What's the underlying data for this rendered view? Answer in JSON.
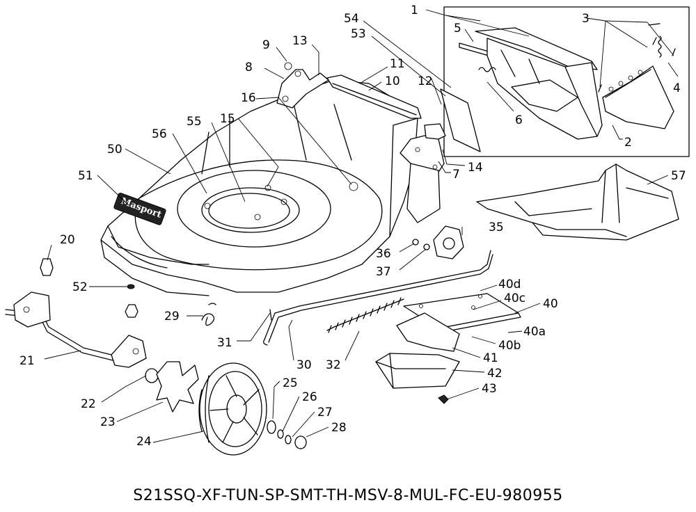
{
  "model_code": "S21SSQ-XF-TUN-SP-SMT-TH-MSV-8-MUL-FC-EU-980955",
  "brand_logo": "Masport",
  "callouts": [
    {
      "id": "c1",
      "label": "1"
    },
    {
      "id": "c2",
      "label": "2"
    },
    {
      "id": "c3",
      "label": "3"
    },
    {
      "id": "c4",
      "label": "4"
    },
    {
      "id": "c5",
      "label": "5"
    },
    {
      "id": "c6",
      "label": "6"
    },
    {
      "id": "c7",
      "label": "7"
    },
    {
      "id": "c8",
      "label": "8"
    },
    {
      "id": "c9",
      "label": "9"
    },
    {
      "id": "c10",
      "label": "10"
    },
    {
      "id": "c11",
      "label": "11"
    },
    {
      "id": "c12",
      "label": "12"
    },
    {
      "id": "c13",
      "label": "13"
    },
    {
      "id": "c14",
      "label": "14"
    },
    {
      "id": "c15",
      "label": "15"
    },
    {
      "id": "c16",
      "label": "16"
    },
    {
      "id": "c20",
      "label": "20"
    },
    {
      "id": "c21",
      "label": "21"
    },
    {
      "id": "c22",
      "label": "22"
    },
    {
      "id": "c23",
      "label": "23"
    },
    {
      "id": "c24",
      "label": "24"
    },
    {
      "id": "c25",
      "label": "25"
    },
    {
      "id": "c26",
      "label": "26"
    },
    {
      "id": "c27",
      "label": "27"
    },
    {
      "id": "c28",
      "label": "28"
    },
    {
      "id": "c29",
      "label": "29"
    },
    {
      "id": "c30",
      "label": "30"
    },
    {
      "id": "c31",
      "label": "31"
    },
    {
      "id": "c32",
      "label": "32"
    },
    {
      "id": "c35",
      "label": "35"
    },
    {
      "id": "c36",
      "label": "36"
    },
    {
      "id": "c37",
      "label": "37"
    },
    {
      "id": "c40",
      "label": "40"
    },
    {
      "id": "c40a",
      "label": "40a"
    },
    {
      "id": "c40b",
      "label": "40b"
    },
    {
      "id": "c40c",
      "label": "40c"
    },
    {
      "id": "c40d",
      "label": "40d"
    },
    {
      "id": "c41",
      "label": "41"
    },
    {
      "id": "c42",
      "label": "42"
    },
    {
      "id": "c43",
      "label": "43"
    },
    {
      "id": "c50",
      "label": "50"
    },
    {
      "id": "c51",
      "label": "51"
    },
    {
      "id": "c52",
      "label": "52"
    },
    {
      "id": "c53",
      "label": "53"
    },
    {
      "id": "c54",
      "label": "54"
    },
    {
      "id": "c55",
      "label": "55"
    },
    {
      "id": "c56",
      "label": "56"
    },
    {
      "id": "c57",
      "label": "57"
    }
  ]
}
